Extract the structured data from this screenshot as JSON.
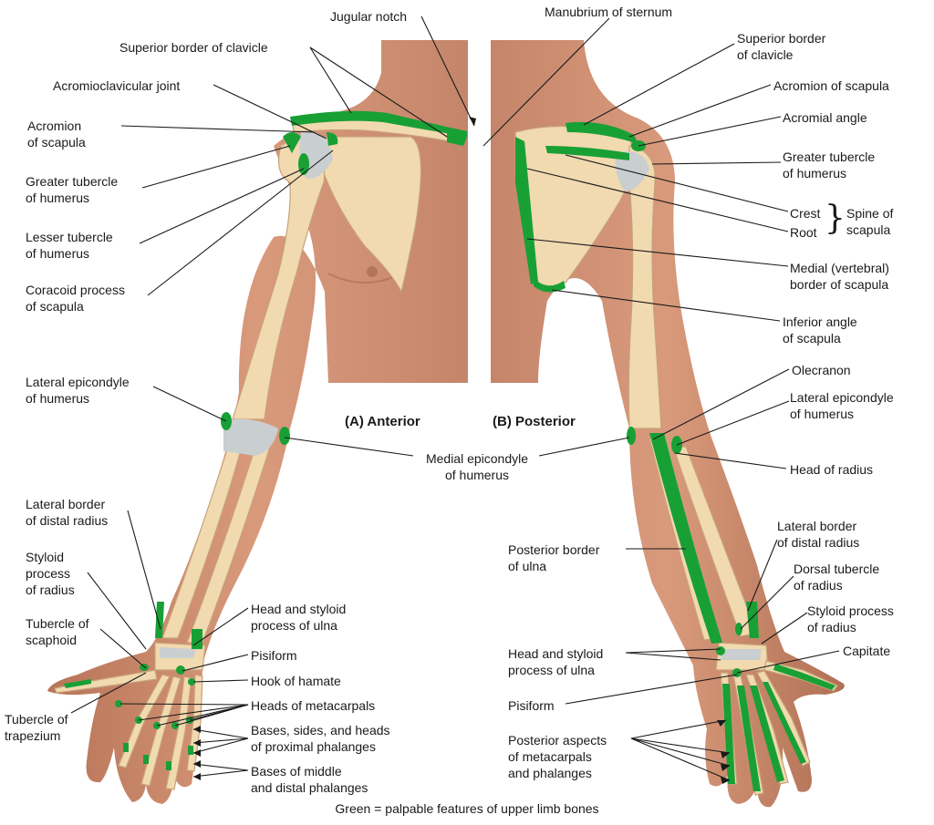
{
  "colors": {
    "skin": "#c98a6e",
    "skin_shadow": "#a86a50",
    "bone": "#f1d9b0",
    "bone_edge": "#c8a27a",
    "palpable": "#18a035",
    "cartilage": "#c9cfd0",
    "background": "#ffffff"
  },
  "panels": {
    "anterior": "(A) Anterior",
    "posterior": "(B) Posterior"
  },
  "caption": "Green = palpable features of upper limb bones",
  "labels": {
    "jugular_notch": [
      "Jugular notch"
    ],
    "manubrium": [
      "Manubrium of sternum"
    ],
    "sup_border_clavicle_a": [
      "Superior border of clavicle"
    ],
    "ac_joint": [
      "Acromioclavicular joint"
    ],
    "acromion_a": [
      "Acromion",
      "of scapula"
    ],
    "greater_tubercle_a": [
      "Greater tubercle",
      "of humerus"
    ],
    "lesser_tubercle": [
      "Lesser tubercle",
      "of humerus"
    ],
    "coracoid": [
      "Coracoid process",
      "of scapula"
    ],
    "lat_epicondyle_a": [
      "Lateral epicondyle",
      "of humerus"
    ],
    "medial_epicondyle": [
      "Medial epicondyle",
      "of humerus"
    ],
    "lat_border_radius_a": [
      "Lateral border",
      "of distal radius"
    ],
    "styloid_radius_a": [
      "Styloid",
      "process",
      "of radius"
    ],
    "tubercle_scaphoid": [
      "Tubercle of",
      "scaphoid"
    ],
    "tubercle_trapezium": [
      "Tubercle of",
      "trapezium"
    ],
    "head_styloid_ulna_a": [
      "Head and styloid",
      "process of ulna"
    ],
    "pisiform_a": [
      "Pisiform"
    ],
    "hook_hamate": [
      "Hook of hamate"
    ],
    "heads_metacarpals": [
      "Heads of metacarpals"
    ],
    "bases_proximal": [
      "Bases, sides, and heads",
      "of proximal phalanges"
    ],
    "bases_middle": [
      "Bases of middle",
      "and distal phalanges"
    ],
    "sup_border_clavicle_b": [
      "Superior border",
      "of clavicle"
    ],
    "acromion_b": [
      "Acromion of scapula"
    ],
    "acromial_angle": [
      "Acromial angle"
    ],
    "greater_tubercle_b": [
      "Greater tubercle",
      "of humerus"
    ],
    "crest": [
      "Crest"
    ],
    "root": [
      "Root"
    ],
    "spine_scapula": [
      "Spine of",
      "scapula"
    ],
    "medial_border": [
      "Medial (vertebral)",
      "border of scapula"
    ],
    "inferior_angle": [
      "Inferior angle",
      "of scapula"
    ],
    "olecranon": [
      "Olecranon"
    ],
    "lat_epicondyle_b": [
      "Lateral epicondyle",
      "of humerus"
    ],
    "head_radius": [
      "Head of radius"
    ],
    "lat_border_radius_b": [
      "Lateral border",
      "of distal radius"
    ],
    "posterior_border_ulna": [
      "Posterior border",
      "of ulna"
    ],
    "dorsal_tubercle": [
      "Dorsal tubercle",
      "of radius"
    ],
    "styloid_radius_b": [
      "Styloid process",
      "of radius"
    ],
    "head_styloid_ulna_b": [
      "Head and styloid",
      "process of ulna"
    ],
    "capitate": [
      "Capitate"
    ],
    "pisiform_b": [
      "Pisiform"
    ],
    "posterior_aspects": [
      "Posterior aspects",
      "of metacarpals",
      "and phalanges"
    ]
  }
}
